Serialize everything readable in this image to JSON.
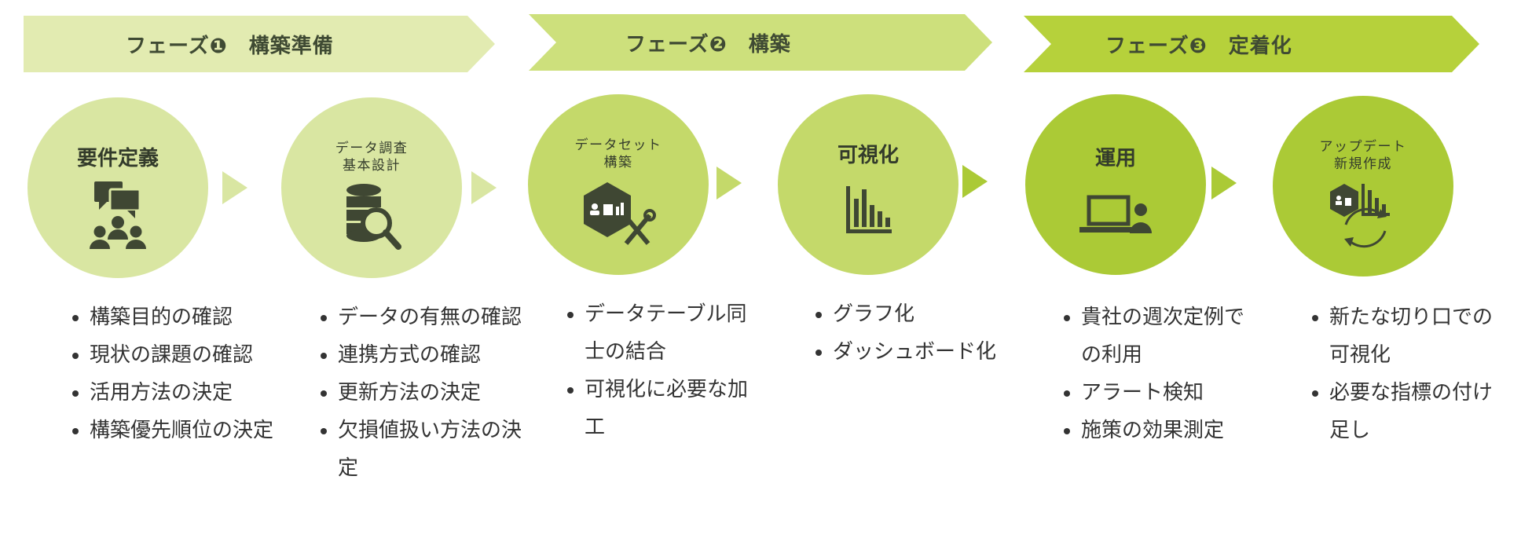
{
  "phases": [
    {
      "label": "フェーズ❶　構築準備",
      "color": "#e2ebb1"
    },
    {
      "label": "フェーズ❷　構築",
      "color": "#cde07c"
    },
    {
      "label": "フェーズ❸　定着化",
      "color": "#b6d13b"
    }
  ],
  "steps": [
    {
      "title": "要件定義",
      "icon": "people-chat-icon",
      "color": "#d9e6a2",
      "bullets": [
        "構築目的の確認",
        "現状の課題の確認",
        "活用方法の決定",
        "構築優先順位の決定"
      ]
    },
    {
      "title": "データ調査\n基本設計",
      "icon": "database-search-icon",
      "color": "#d9e6a2",
      "bullets": [
        "データの有無の確認",
        "連携方式の確認",
        "更新方法の決定",
        "欠損値扱い方法の決定"
      ]
    },
    {
      "title": "データセット\n構築",
      "icon": "hexagon-tools-icon",
      "color": "#c4d96a",
      "bullets": [
        "データテーブル同士の結合",
        "可視化に必要な加工"
      ]
    },
    {
      "title": "可視化",
      "icon": "bar-chart-icon",
      "color": "#c4d96a",
      "bullets": [
        "グラフ化",
        "ダッシュボード化"
      ]
    },
    {
      "title": "運用",
      "icon": "laptop-user-icon",
      "color": "#abca36",
      "bullets": [
        "貴社の週次定例での利用",
        "アラート検知",
        "施策の効果測定"
      ]
    },
    {
      "title": "アップデート\n新規作成",
      "icon": "refresh-chart-icon",
      "color": "#abca36",
      "bullets": [
        "新たな切り口での可視化",
        "必要な指標の付け足し"
      ]
    }
  ],
  "arrow_colors": [
    "#d9e6a2",
    "#c4d96a",
    "#c4d96a",
    "#abca36",
    "#abca36"
  ]
}
